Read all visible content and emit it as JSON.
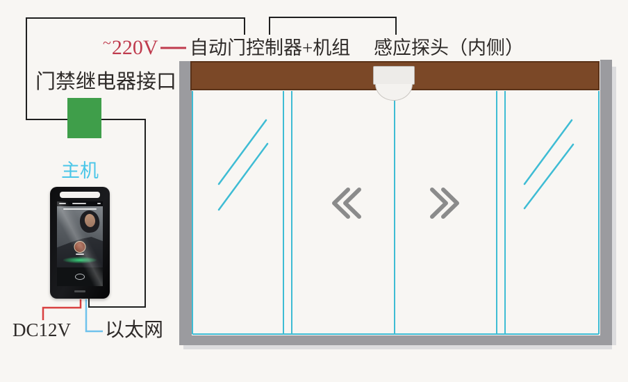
{
  "diagram": {
    "title_context": "automatic-sliding-door-access-control-wiring-diagram",
    "labels": {
      "ac_tilde": "~",
      "ac_power": "220V",
      "controller": "自动门控制器+机组",
      "sensor_probe": "感应探头（内侧）",
      "relay_interface": "门禁继电器接口",
      "host": "主机",
      "dc_power": "DC12V",
      "ethernet": "以太网"
    },
    "colors": {
      "background": "#f8f6f3",
      "ac_label_red": "#bf3b4d",
      "dc_wire_red": "#d94040",
      "ethernet_wire_blue": "#6fc2ec",
      "door_glass_cyan": "#3ebcd4",
      "host_label_cyan": "#4ac6e8",
      "relay_box_green": "#3f9e4a",
      "door_header_brown": "#7b4827",
      "door_frame_gray": "#9b9b9f",
      "wire_black": "#1f1f1f",
      "chevron_gray": "#8b8b8b"
    },
    "icons": {
      "sensor": "motion-sensor-dome-icon",
      "door_open_left": "chevrons-left-icon",
      "door_open_right": "chevrons-right-icon",
      "device": "face-recognition-terminal"
    }
  }
}
